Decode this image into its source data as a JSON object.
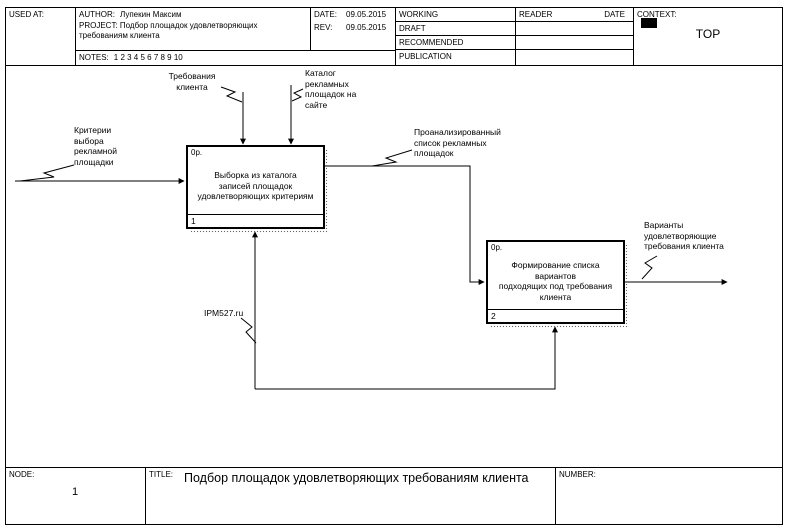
{
  "header": {
    "used_at_label": "USED AT:",
    "author_label": "AUTHOR:",
    "author": "Лупекин Максим",
    "project_label": "PROJECT:",
    "project": "Подбор площадок удовлетворяющих требованиям клиента",
    "notes_label": "NOTES:",
    "notes_numbers": "1 2 3 4 5 6 7 8 9 10",
    "date_label": "DATE:",
    "date": "09.05.2015",
    "rev_label": "REV:",
    "rev": "09.05.2015",
    "status_rows": [
      "WORKING",
      "DRAFT",
      "RECOMMENDED",
      "PUBLICATION"
    ],
    "reader_label": "READER",
    "reader_date_label": "DATE",
    "context_label": "CONTEXT:",
    "context_value": "TOP"
  },
  "diagram": {
    "activities": [
      {
        "id": "1",
        "cost": "0р.",
        "label": "Выборка из каталога\nзаписей площадок\nудовлетворяющих критериям"
      },
      {
        "id": "2",
        "cost": "0р.",
        "label": "Формирование списка вариантов\nподходящих под требования\nклиента"
      }
    ],
    "arrow_labels": {
      "criteria": "Критерии\nвыбора\nрекламной\nплощадки",
      "requirements": "Требования\nклиента",
      "catalog": "Каталог\nрекламных\nплощадок на\nсайте",
      "analyzed": "Проанализированный\nсписок рекламных\nплощадок",
      "variants": "Варианты\nудовлетворяющие\nтребования клиента",
      "mechanism": "IPM527.ru"
    }
  },
  "footer": {
    "node_label": "NODE:",
    "node": "1",
    "title_label": "TITLE:",
    "title": "Подбор площадок удовлетворяющих требованиям клиента",
    "number_label": "NUMBER:"
  }
}
